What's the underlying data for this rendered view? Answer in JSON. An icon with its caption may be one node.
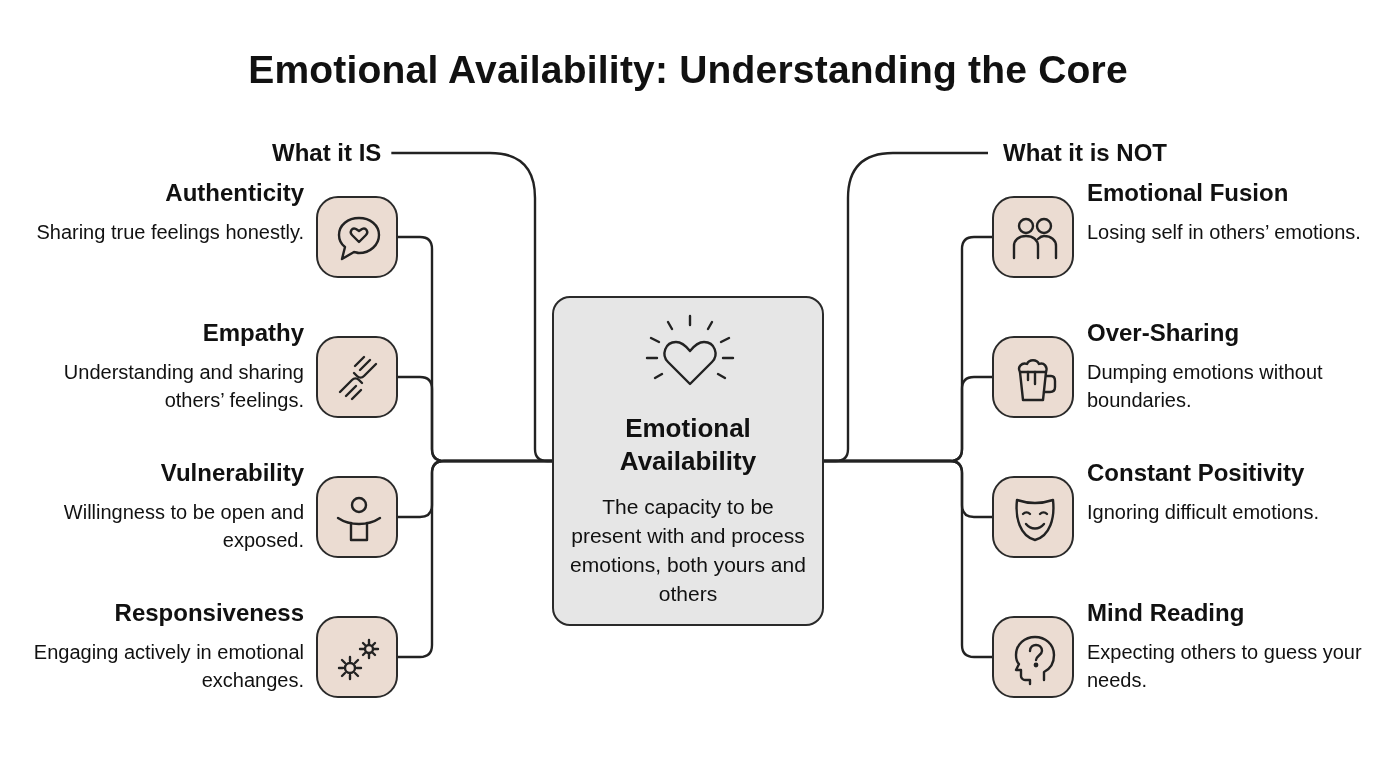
{
  "diagram": {
    "title": "Emotional Availability: Understanding the Core",
    "nodes": [
      {
        "text": [
          "Emotional Availability",
          "The capacity to be present with and process emotions, both yours and others"
        ]
      },
      {
        "text": [
          "What it IS"
        ]
      },
      {
        "text": [
          "Authenticity",
          "Sharing true feelings honestly."
        ]
      },
      {
        "text": [
          "Empathy",
          "Understanding and sharing others’ feelings."
        ]
      },
      {
        "text": [
          "Vulnerability",
          "Willingness to be open and exposed."
        ]
      },
      {
        "text": [
          "Responsiveness",
          "Engaging actively in emotional exchanges."
        ]
      },
      {
        "text": [
          "What it is NOT"
        ]
      },
      {
        "text": [
          "Emotional Fusion",
          "Losing self in others’ emotions."
        ]
      },
      {
        "text": [
          "Over-Sharing",
          "Dumping emotions without boundaries."
        ]
      },
      {
        "text": [
          "Constant Positivity",
          "Ignoring difficult emotions."
        ]
      },
      {
        "text": [
          "Mind Reading",
          "Expecting others to guess your needs."
        ]
      }
    ],
    "edges": [
      {
        "from": 1,
        "to": 0,
        "arrow": "none"
      },
      {
        "from": 2,
        "to": 0,
        "arrow": "none"
      },
      {
        "from": 3,
        "to": 0,
        "arrow": "none"
      },
      {
        "from": 4,
        "to": 0,
        "arrow": "none"
      },
      {
        "from": 5,
        "to": 0,
        "arrow": "none"
      },
      {
        "from": 6,
        "to": 0,
        "arrow": "none"
      },
      {
        "from": 7,
        "to": 0,
        "arrow": "none"
      },
      {
        "from": 8,
        "to": 0,
        "arrow": "none"
      },
      {
        "from": 9,
        "to": 0,
        "arrow": "none"
      },
      {
        "from": 10,
        "to": 0,
        "arrow": "none"
      }
    ]
  }
}
